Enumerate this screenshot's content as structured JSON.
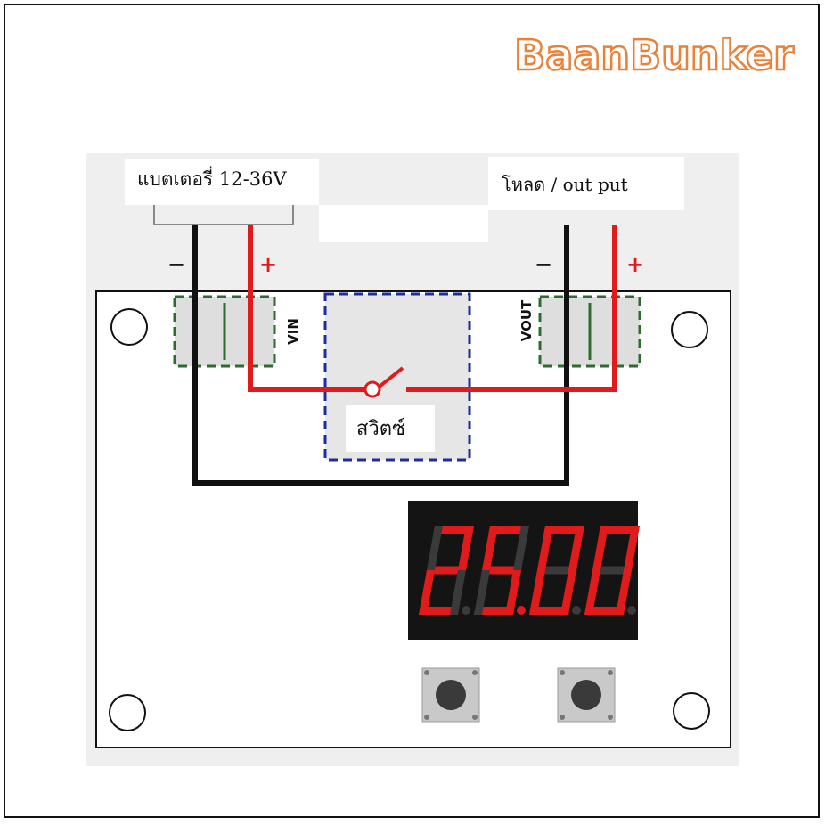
{
  "brand": {
    "text": "BaanBunker",
    "color": "#e8813a"
  },
  "battery": {
    "label": "แบตเตอรี่ 12-36V"
  },
  "load": {
    "label": "โหลด / out put"
  },
  "switch": {
    "label": "สวิตซ์"
  },
  "terminals": {
    "vin_label": "VIN",
    "vout_label": "VOUT",
    "minus": "−",
    "plus": "+"
  },
  "display": {
    "digits": [
      "2",
      "5",
      "0",
      "0"
    ],
    "text": "25.0",
    "segment_color": "#e01b1b"
  },
  "colors": {
    "positive_wire": "#e01b1b",
    "negative_wire": "#111111",
    "switch_box": "#1f2b9e",
    "terminal_box": "#2e6b2e"
  }
}
